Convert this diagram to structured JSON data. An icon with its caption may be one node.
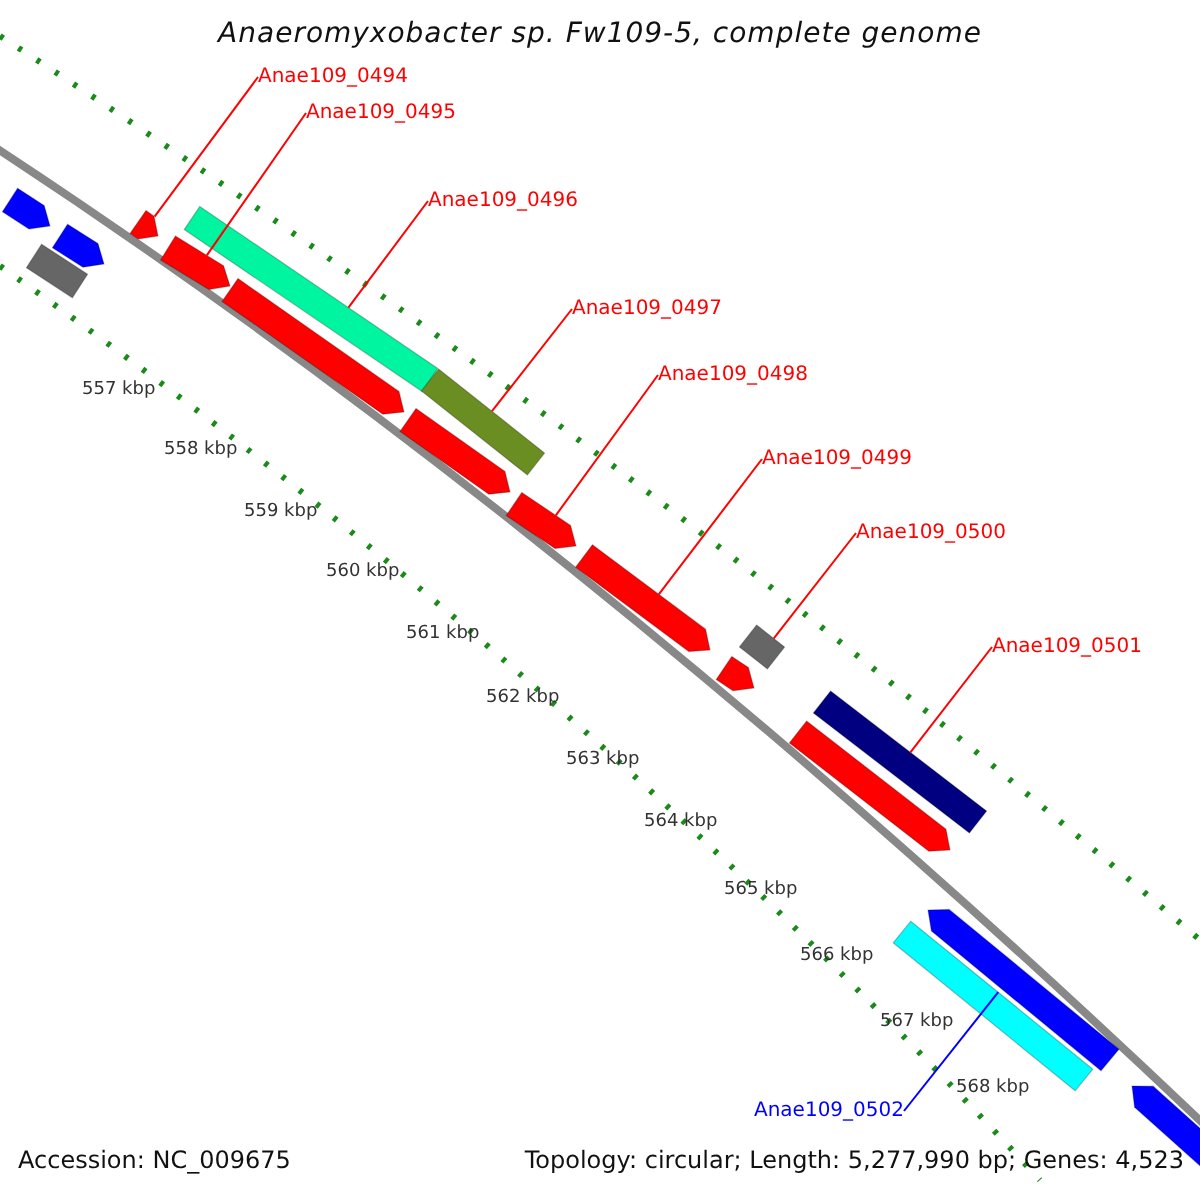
{
  "diagram": {
    "title": "Anaeromyxobacter sp. Fw109-5, complete genome",
    "nodes": [
      {
        "text": [
          "Anae109_0494"
        ]
      },
      {
        "text": [
          "Anae109_0495"
        ]
      },
      {
        "text": [
          "Anae109_0496"
        ]
      },
      {
        "text": [
          "Anae109_0497"
        ]
      },
      {
        "text": [
          "Anae109_0498"
        ]
      },
      {
        "text": [
          "Anae109_0499"
        ]
      },
      {
        "text": [
          "Anae109_0500"
        ]
      },
      {
        "text": [
          "Anae109_0501"
        ]
      },
      {
        "text": [
          "Anae109_0502"
        ]
      },
      {
        "text": [],
        "shape": "arrow"
      },
      {
        "text": [],
        "shape": "bar"
      },
      {
        "text": [],
        "shape": "arrow"
      },
      {
        "text": [],
        "shape": "arrow"
      },
      {
        "text": [],
        "shape": "arrow"
      },
      {
        "text": [],
        "shape": "bar"
      },
      {
        "text": [],
        "shape": "arrow"
      },
      {
        "text": [],
        "shape": "bar"
      },
      {
        "text": [],
        "shape": "arrow"
      },
      {
        "text": [],
        "shape": "arrow"
      },
      {
        "text": [],
        "shape": "arrow"
      },
      {
        "text": [],
        "shape": "arrow"
      },
      {
        "text": [],
        "shape": "bar"
      },
      {
        "text": [],
        "shape": "arrow"
      },
      {
        "text": [],
        "shape": "bar"
      },
      {
        "text": [],
        "shape": "bar"
      },
      {
        "text": [],
        "shape": "arrow"
      },
      {
        "text": [],
        "shape": "arrow"
      }
    ],
    "edges": [
      {
        "from": 0,
        "to": 12,
        "arrow": "none"
      },
      {
        "from": 1,
        "to": 13,
        "arrow": "none"
      },
      {
        "from": 2,
        "to": 14,
        "arrow": "none"
      },
      {
        "from": 3,
        "to": 16,
        "arrow": "none"
      },
      {
        "from": 4,
        "to": 18,
        "arrow": "none"
      },
      {
        "from": 5,
        "to": 19,
        "arrow": "none"
      },
      {
        "from": 6,
        "to": 21,
        "arrow": "none"
      },
      {
        "from": 7,
        "to": 23,
        "arrow": "none"
      },
      {
        "from": 8,
        "to": 24,
        "arrow": "none",
        "color": "#0000ff"
      }
    ],
    "labels": [
      "557 kbp",
      "558 kbp",
      "559 kbp",
      "560 kbp",
      "561 kbp",
      "562 kbp",
      "563 kbp",
      "564 kbp",
      "565 kbp",
      "566 kbp",
      "567 kbp",
      "568 kbp",
      "Accession: NC_009675",
      "Topology: circular; Length: 5,277,990 bp; Genes: 4,523"
    ]
  }
}
